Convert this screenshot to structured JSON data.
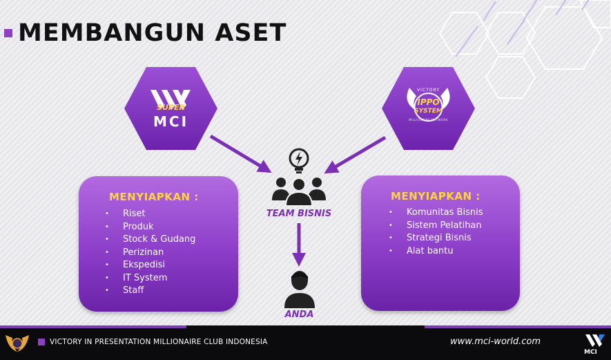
{
  "slide": {
    "title": "MEMBANGUN ASET"
  },
  "logos": {
    "left": {
      "top_text": "SUPER",
      "main_text": "MCI"
    },
    "right": {
      "top_text": "VICTORY",
      "main_text": "IPPO",
      "sub_text": "SYSTEM",
      "ring_text": "MILLIONAIRE NETWORK"
    }
  },
  "center": {
    "team_label": "TEAM BISNIS",
    "you_label": "ANDA"
  },
  "left_box": {
    "heading": "MENYIAPKAN :",
    "items": [
      "Riset",
      "Produk",
      "Stock & Gudang",
      "Perizinan",
      "Ekspedisi",
      "IT System",
      "Staff"
    ]
  },
  "right_box": {
    "heading": "MENYIAPKAN :",
    "items": [
      "Komunitas Bisnis",
      "Sistem Pelatihan",
      "Strategi Bisnis",
      "Alat bantu"
    ]
  },
  "footer": {
    "text": "VICTORY IN PRESENTATION MILLIONAIRE CLUB INDONESIA",
    "url": "www.mci-world.com",
    "logo_text": "MCI"
  },
  "colors": {
    "accent": "#8e3fc6",
    "heading_yellow": "#ffd43b",
    "dark": "#1d1d22"
  }
}
